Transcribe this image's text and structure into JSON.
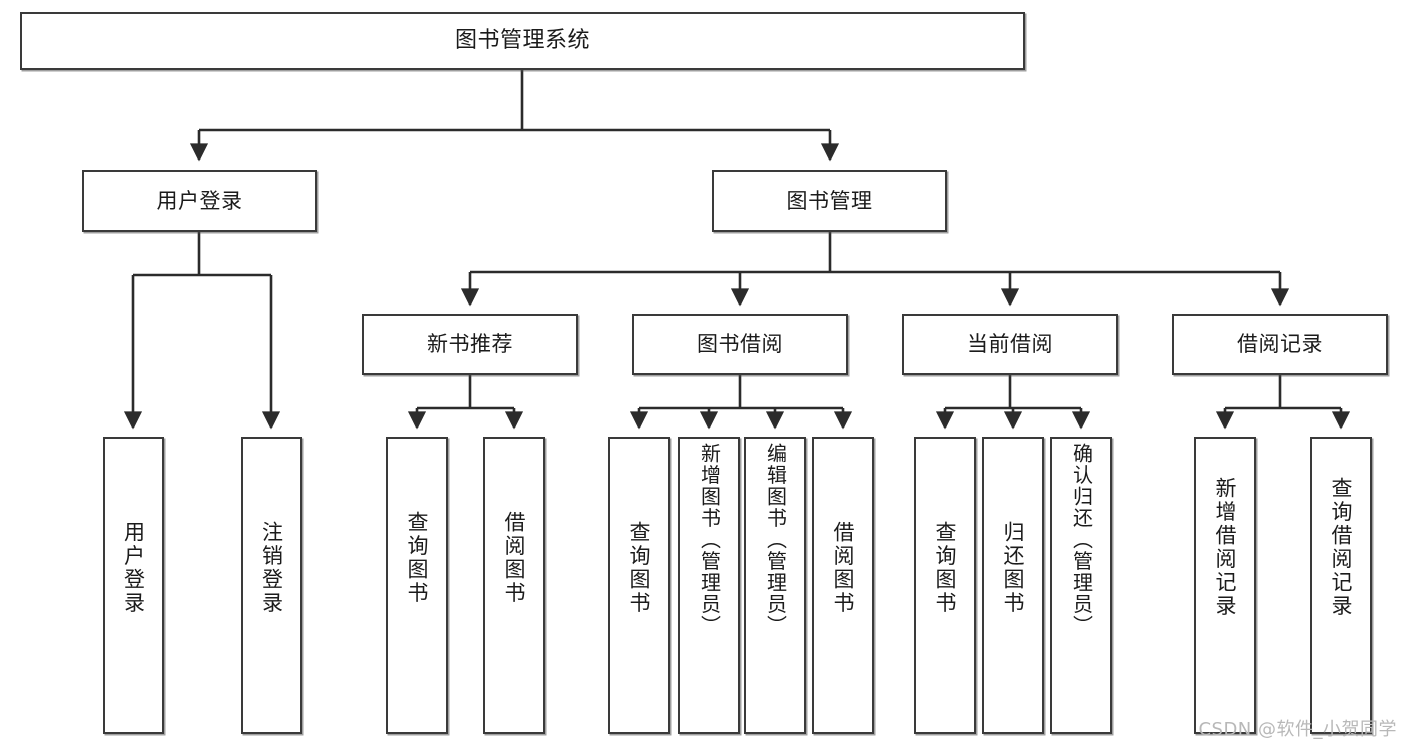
{
  "diagram": {
    "title": "图书管理系统",
    "type": "tree-hierarchy",
    "watermark": "CSDN @软件_小贺同学",
    "colors": {
      "box_border": "#3a3a3a",
      "box_fill": "#ffffff",
      "connector": "#2b2b2b",
      "text": "#1b1b1b",
      "watermark": "#b8b8b8"
    },
    "levels": {
      "root": {
        "label": "图书管理系统"
      },
      "branches": [
        {
          "id": "user-login",
          "label": "用户登录"
        },
        {
          "id": "book-manage",
          "label": "图书管理"
        }
      ],
      "groups": [
        {
          "id": "new-book-recommend",
          "label": "新书推荐"
        },
        {
          "id": "book-borrow",
          "label": "图书借阅"
        },
        {
          "id": "current-borrow",
          "label": "当前借阅"
        },
        {
          "id": "borrow-record",
          "label": "借阅记录"
        }
      ],
      "leaves": [
        {
          "id": "leaf-user-login",
          "label": "用户登录",
          "parent": "user-login"
        },
        {
          "id": "leaf-logout",
          "label": "注销登录",
          "parent": "user-login"
        },
        {
          "id": "leaf-query-book-1",
          "label": "查询图书",
          "parent": "new-book-recommend"
        },
        {
          "id": "leaf-borrow-book-1",
          "label": "借阅图书",
          "parent": "new-book-recommend"
        },
        {
          "id": "leaf-query-book-2",
          "label": "查询图书",
          "parent": "book-borrow"
        },
        {
          "id": "leaf-add-book",
          "label": "新增图书（管理员）",
          "parent": "book-borrow"
        },
        {
          "id": "leaf-edit-book",
          "label": "编辑图书（管理员）",
          "parent": "book-borrow"
        },
        {
          "id": "leaf-borrow-book-2",
          "label": "借阅图书",
          "parent": "book-borrow"
        },
        {
          "id": "leaf-query-book-3",
          "label": "查询图书",
          "parent": "current-borrow"
        },
        {
          "id": "leaf-return-book",
          "label": "归还图书",
          "parent": "current-borrow"
        },
        {
          "id": "leaf-confirm-return",
          "label": "确认归还（管理员）",
          "parent": "current-borrow"
        },
        {
          "id": "leaf-add-record",
          "label": "新增借阅记录",
          "parent": "borrow-record"
        },
        {
          "id": "leaf-query-record",
          "label": "查询借阅记录",
          "parent": "borrow-record"
        }
      ]
    }
  }
}
